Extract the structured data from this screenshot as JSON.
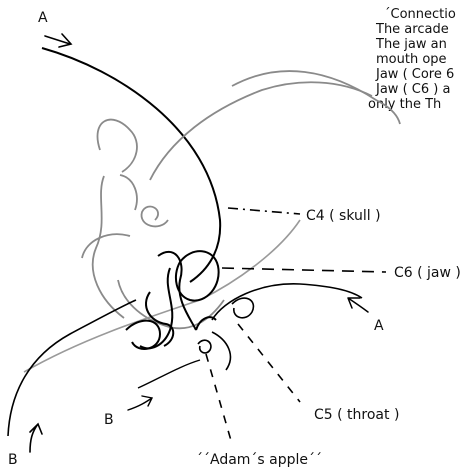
{
  "notes": [
    "´Connectio",
    "The arcade",
    "The jaw an",
    "mouth ope",
    "Jaw ( Core 6",
    "Jaw ( C6 ) a",
    "only the Th"
  ],
  "labels": {
    "a_top": "A",
    "a_right": "A",
    "b_bottom_left": "B",
    "b_mid": "B",
    "c4": "C4 ( skull )",
    "c6": "C6 ( jaw )",
    "c5": "C5 ( throat )",
    "adams_apple": "´´Adam´s apple´´"
  }
}
